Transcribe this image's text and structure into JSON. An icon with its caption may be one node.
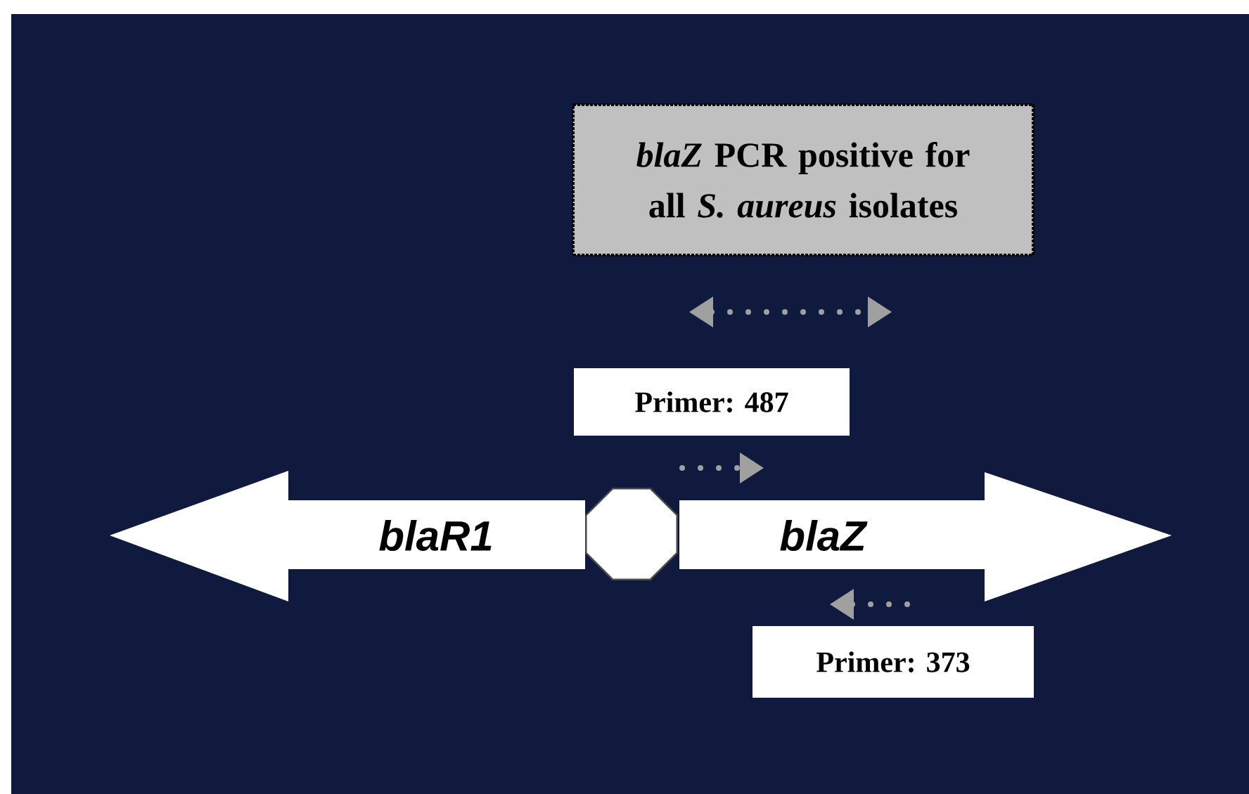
{
  "diagram": {
    "nodes": [
      {
        "text": [
          "*blaZ* PCR positive for all *S. aureus* isolates"
        ]
      },
      {
        "text": [
          "Primer:  487"
        ]
      },
      {
        "text": [
          "blaR1"
        ]
      },
      {
        "text": [],
        "shape": "octagon"
      },
      {
        "text": [
          "blaZ"
        ]
      },
      {
        "text": [
          "Primer:  373"
        ]
      }
    ]
  }
}
